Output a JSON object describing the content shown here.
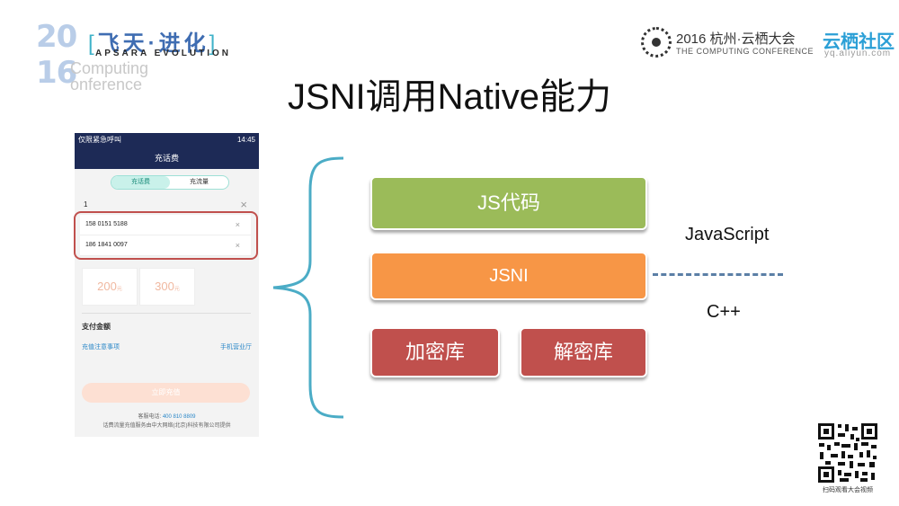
{
  "event_logo": {
    "year_top": "20",
    "year_bottom": "16",
    "slogan": "飞天·进化",
    "slogan_en": "APSARA EVOLUTION",
    "watermark_line1": "Computing",
    "watermark_line2": "onference"
  },
  "conference": {
    "title": "2016 杭州·云栖大会",
    "subtitle": "THE COMPUTING CONFERENCE",
    "community_title": "云栖社区",
    "community_url": "yq.aliyun.com"
  },
  "slide": {
    "title": "JSNI调用Native能力"
  },
  "phone": {
    "status_left": "仅限紧急呼叫",
    "status_right": "14:45",
    "nav_title": "充话费",
    "tabs": [
      "充话费",
      "充流量"
    ],
    "input_value": "1",
    "suggestions": [
      "158 0151 5188",
      "186 1841 0097"
    ],
    "amounts": [
      "200",
      "300"
    ],
    "amount_unit": "元",
    "pay_label": "支付金额",
    "link_notes": "充值注意事项",
    "link_hall": "手机营业厅",
    "submit_label": "立即充值",
    "footer_label": "客服电话:",
    "footer_number": "400 810 8809",
    "footer_provider": "话费流量充值服务由中大网络(北京)科技有限公司提供"
  },
  "diagram": {
    "layer_js": "JS代码",
    "layer_jsni": "JSNI",
    "layer_encrypt": "加密库",
    "layer_decrypt": "解密库",
    "label_js": "JavaScript",
    "label_cpp": "C++",
    "colors": {
      "js": "#9bbb59",
      "jsni": "#f79646",
      "native": "#c0504d",
      "highlight": "#c0504d",
      "brace": "#4bacc6"
    }
  },
  "qr": {
    "caption": "扫码观看大会视频"
  }
}
